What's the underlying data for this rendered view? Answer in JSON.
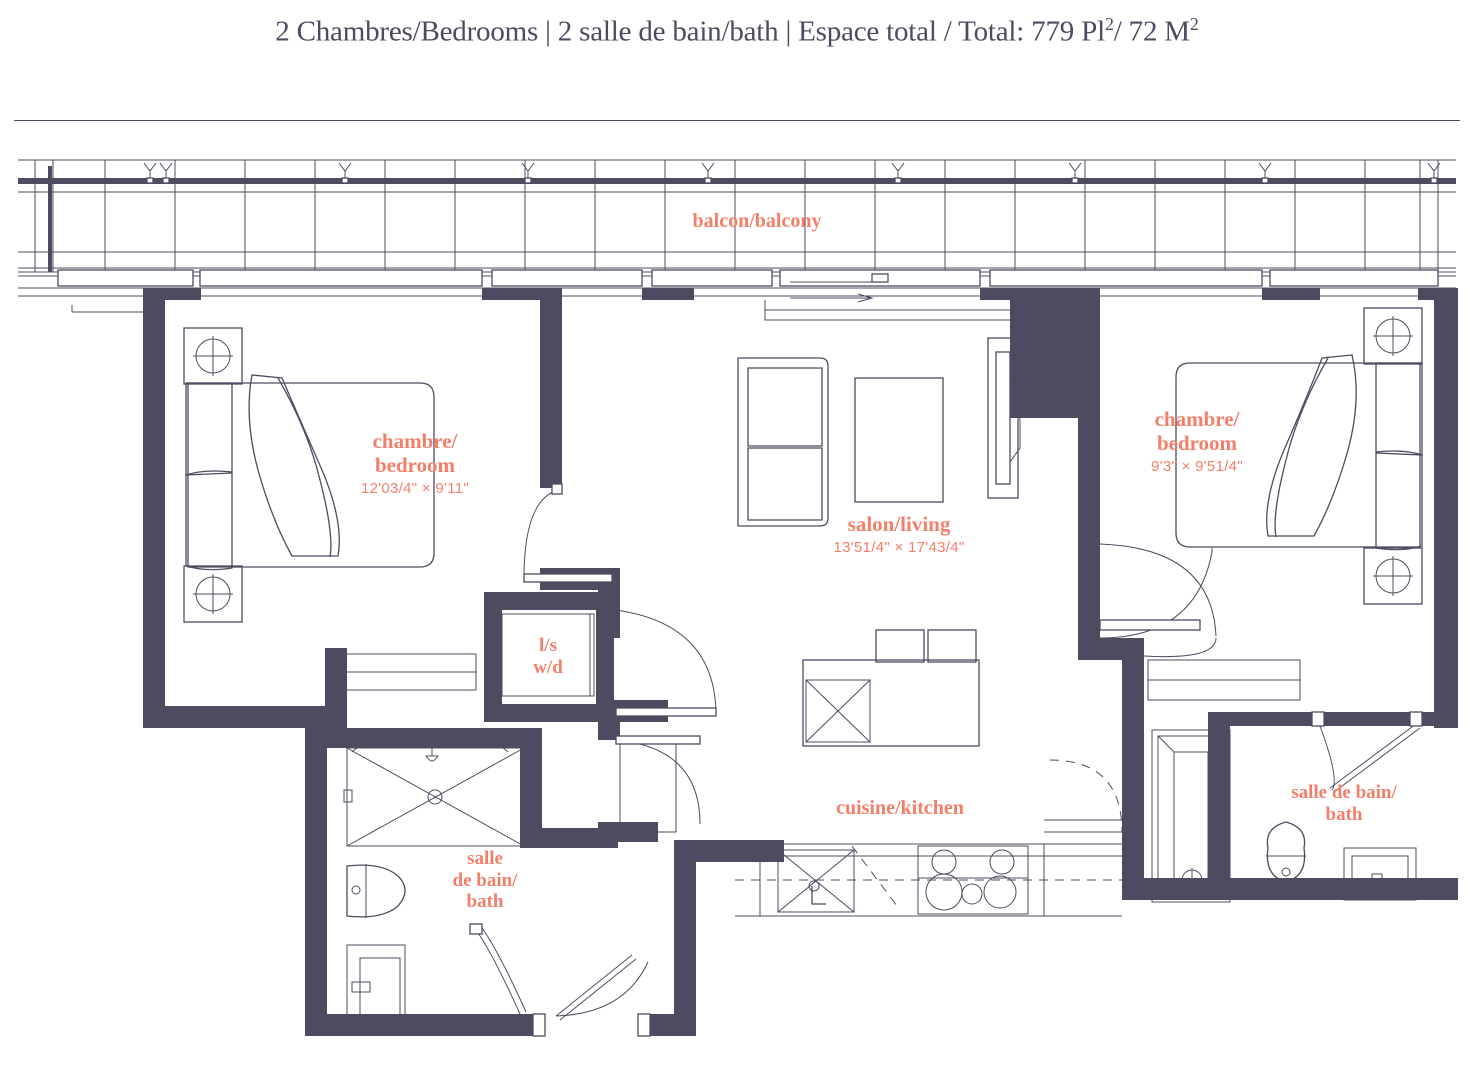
{
  "title": {
    "part1": "2 Chambres/Bedrooms | 2 salle de bain/bath | Espace total / Total: 779 Pl",
    "sup1": "2",
    "part2": "/ 72 M",
    "sup2": "2"
  },
  "colors": {
    "wall": "#4e4b60",
    "line": "#4e4b60",
    "label": "#f37f6a",
    "background": "#ffffff"
  },
  "rooms": [
    {
      "id": "balcony",
      "name": "balcon/balcony",
      "dimension": ""
    },
    {
      "id": "bedroom-left",
      "name_line1": "chambre/",
      "name_line2": "bedroom",
      "dimension": "12'03/4\" × 9'11\""
    },
    {
      "id": "bedroom-right",
      "name_line1": "chambre/",
      "name_line2": "bedroom",
      "dimension": "9'3\" × 9'51/4\""
    },
    {
      "id": "living",
      "name": "salon/living",
      "dimension": "13'51/4\" × 17'43/4\""
    },
    {
      "id": "kitchen",
      "name": "cuisine/kitchen",
      "dimension": ""
    },
    {
      "id": "laundry",
      "name_line1": "l/s",
      "name_line2": "w/d",
      "dimension": ""
    },
    {
      "id": "bath-left",
      "name_line1": "salle",
      "name_line2": "de bain/",
      "name_line3": "bath",
      "dimension": ""
    },
    {
      "id": "bath-right",
      "name_line1": "salle de bain/",
      "name_line2": "bath",
      "dimension": ""
    }
  ],
  "fixtures": [
    "bed",
    "nightstand",
    "sofa",
    "coffee-table",
    "tv-unit",
    "kitchen-island",
    "stool",
    "dishwasher",
    "sink",
    "stove",
    "shower",
    "toilet",
    "vanity",
    "bathtub",
    "washer-dryer",
    "balcony-railing",
    "sliding-door",
    "swing-door"
  ]
}
